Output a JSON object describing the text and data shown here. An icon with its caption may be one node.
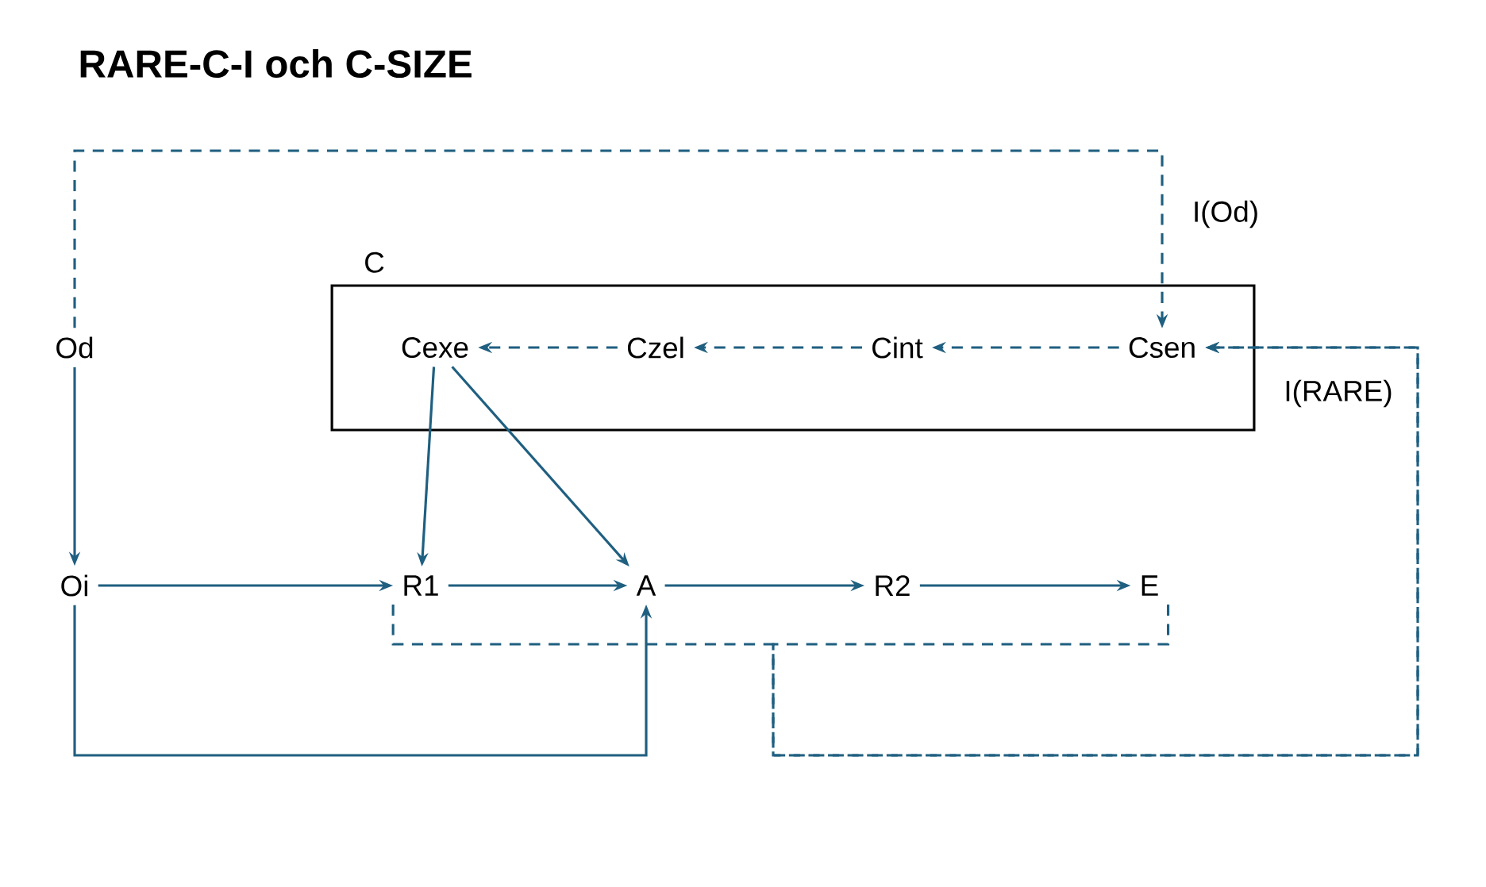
{
  "diagram": {
    "title": "RARE-C-I och C-SIZE",
    "nodes": [
      {
        "text": [
          "Od"
        ]
      },
      {
        "text": [
          "C"
        ]
      },
      {
        "text": [
          "Cexe"
        ],
        "in": 1
      },
      {
        "text": [
          "Czel"
        ],
        "in": 1
      },
      {
        "text": [
          "Cint"
        ],
        "in": 1
      },
      {
        "text": [
          "Csen"
        ],
        "in": 1
      },
      {
        "text": [
          "Oi"
        ]
      },
      {
        "text": [
          "R1"
        ]
      },
      {
        "text": [
          "A"
        ]
      },
      {
        "text": [
          "R2"
        ]
      },
      {
        "text": [
          "E"
        ]
      }
    ],
    "edges": [
      {
        "from": 0,
        "to": 5,
        "arrow": "to",
        "style": "dashed",
        "label": "I(Od)"
      },
      {
        "from": 5,
        "to": 4,
        "arrow": "to",
        "style": "dashed"
      },
      {
        "from": 4,
        "to": 3,
        "arrow": "to",
        "style": "dashed"
      },
      {
        "from": 3,
        "to": 2,
        "arrow": "to",
        "style": "dashed"
      },
      {
        "from": 2,
        "to": 7,
        "arrow": "to"
      },
      {
        "from": 2,
        "to": 8,
        "arrow": "to"
      },
      {
        "from": 0,
        "to": 6,
        "arrow": "to"
      },
      {
        "from": 6,
        "to": 7,
        "arrow": "to"
      },
      {
        "from": 7,
        "to": 8,
        "arrow": "to"
      },
      {
        "from": 8,
        "to": 9,
        "arrow": "to"
      },
      {
        "from": 9,
        "to": 10,
        "arrow": "to"
      },
      {
        "from": 6,
        "to": 8,
        "arrow": "to"
      },
      {
        "from": 7,
        "to": 5,
        "arrow": "to",
        "style": "dashed",
        "label": "I(RARE)"
      },
      {
        "from": 10,
        "to": 5,
        "arrow": "to",
        "style": "dashed"
      }
    ]
  }
}
